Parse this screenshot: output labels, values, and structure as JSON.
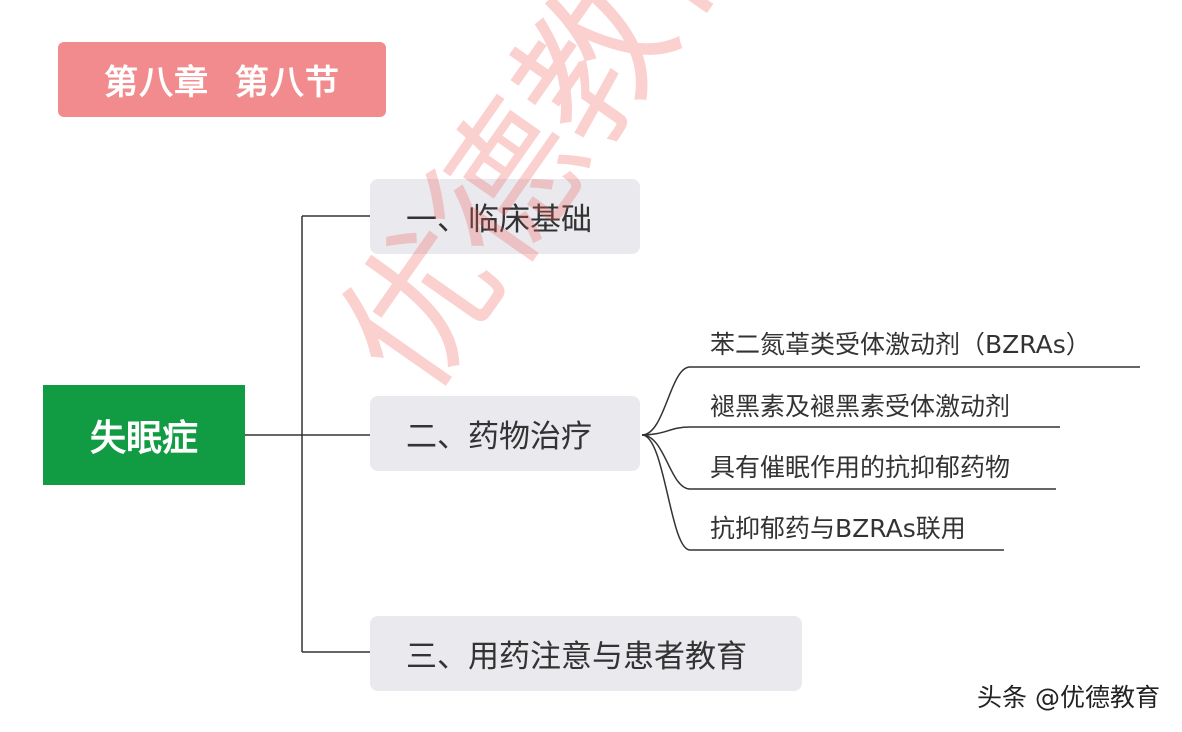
{
  "chapter_tag": "第八章  第八节",
  "root": "失眠症",
  "branches": [
    {
      "label": "一、临床基础"
    },
    {
      "label": "二、药物治疗",
      "children": [
        "苯二氮䓬类受体激动剂（BZRAs）",
        "褪黑素及褪黑素受体激动剂",
        "具有催眠作用的抗抑郁药物",
        "抗抑郁药与BZRAs联用"
      ]
    },
    {
      "label": "三、用药注意与患者教育"
    }
  ],
  "watermark": "优德教育",
  "footer_credit": "头条 @优德教育",
  "colors": {
    "chapter_tag_bg": "#f28b8e",
    "root_bg": "#119b43",
    "branch_bg": "#e9e9ee",
    "watermark": "#f25a55"
  }
}
